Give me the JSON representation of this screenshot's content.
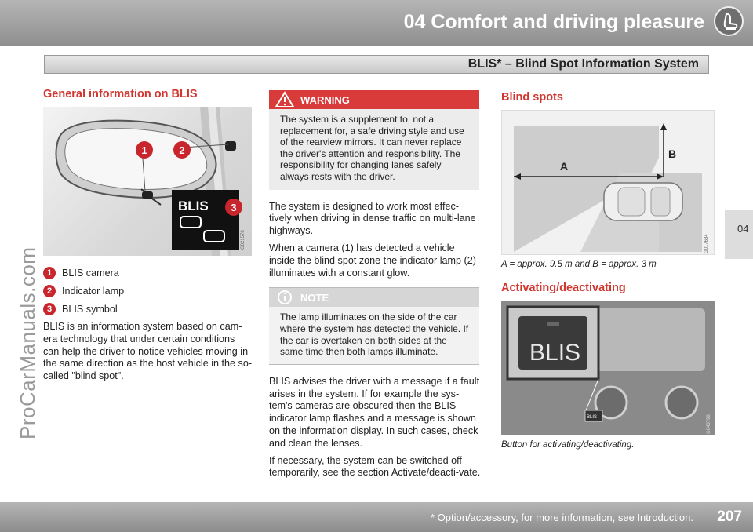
{
  "header": {
    "chapter_title": "04 Comfort and driving pleasure",
    "section_title": "BLIS* – Blind Spot Information System"
  },
  "watermark": "ProCarManuals.com",
  "side_tab": "04",
  "left": {
    "heading": "General information on BLIS",
    "image_badge_text": "BLIS",
    "image_code": "G021578",
    "legend": [
      {
        "num": "1",
        "label": "BLIS camera"
      },
      {
        "num": "2",
        "label": "Indicator lamp"
      },
      {
        "num": "3",
        "label": "BLIS symbol"
      }
    ],
    "body": "BLIS is an information system based on cam-era technology that under certain conditions can help the driver to notice vehicles moving in the same direction as the host vehicle in the so-called \"blind spot\"."
  },
  "middle": {
    "warning_title": "WARNING",
    "warning_text": "The system is a supplement to, not a replacement for, a safe driving style and use of the rearview mirrors. It can never replace the driver's attention and responsibility. The responsibility for changing lanes safely always rests with the driver.",
    "para1": "The system is designed to work most effec-tively when driving in dense traffic on multi-lane highways.",
    "para2": "When a camera (1) has detected a vehicle inside the blind spot zone the indicator lamp (2) illuminates with a constant glow.",
    "note_title": "NOTE",
    "note_text": "The lamp illuminates on the side of the car where the system has detected the vehicle. If the car is overtaken on both sides at the same time then both lamps illuminate.",
    "para3": "BLIS advises the driver with a message if a fault arises in the system. If for example the sys-tem's cameras are obscured then the BLIS indicator lamp flashes and a message is shown on the information display. In such cases, check and clean the lenses.",
    "para4": "If necessary, the system can be switched off temporarily, see the section Activate/deacti-vate."
  },
  "right": {
    "heading1": "Blind spots",
    "label_a": "A",
    "label_b": "B",
    "diagram_code": "G017684",
    "caption1": "A = approx. 9.5 m and B = approx. 3 m",
    "heading2": "Activating/deactivating",
    "button_big_text": "BLIS",
    "button_small_text": "BLIS",
    "photo_code": "G043798",
    "caption2": "Button for activating/deactivating."
  },
  "footer": {
    "footnote": "* Option/accessory, for more information, see Introduction.",
    "page_number": "207",
    "arrows": "▸▸"
  },
  "colors": {
    "accent_red": "#d2362f",
    "header_gray": "#a3a3a3"
  }
}
